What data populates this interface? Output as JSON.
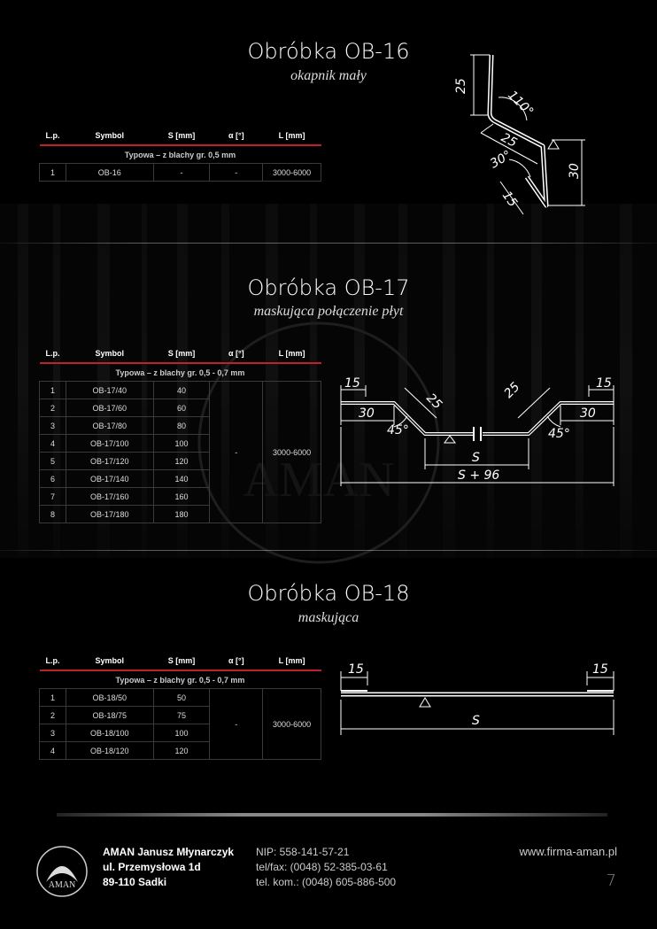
{
  "colors": {
    "accent_red": "#c0202a",
    "background": "#000000"
  },
  "table_headers": [
    "L.p.",
    "Symbol",
    "S [mm]",
    "α [°]",
    "L [mm]"
  ],
  "sections": [
    {
      "title": "Obróbka OB-16",
      "subtitle": "okapnik mały",
      "typowa": "Typowa – z blachy gr. 0,5 mm",
      "rows": [
        {
          "lp": "1",
          "symbol": "OB-16",
          "s": "-",
          "alpha": "-",
          "l": "3000-6000"
        }
      ],
      "dims": {
        "a": "25",
        "b": "110°",
        "c": "25",
        "d": "30°",
        "e": "30",
        "f": "15"
      }
    },
    {
      "title": "Obróbka OB-17",
      "subtitle": "maskująca połączenie płyt",
      "typowa": "Typowa – z blachy gr. 0,5 - 0,7 mm",
      "alpha": "-",
      "l": "3000-6000",
      "rows": [
        {
          "lp": "1",
          "symbol": "OB-17/40",
          "s": "40"
        },
        {
          "lp": "2",
          "symbol": "OB-17/60",
          "s": "60"
        },
        {
          "lp": "3",
          "symbol": "OB-17/80",
          "s": "80"
        },
        {
          "lp": "4",
          "symbol": "OB-17/100",
          "s": "100"
        },
        {
          "lp": "5",
          "symbol": "OB-17/120",
          "s": "120"
        },
        {
          "lp": "6",
          "symbol": "OB-17/140",
          "s": "140"
        },
        {
          "lp": "7",
          "symbol": "OB-17/160",
          "s": "160"
        },
        {
          "lp": "8",
          "symbol": "OB-17/180",
          "s": "180"
        }
      ],
      "dims": {
        "a": "15",
        "b": "25",
        "c": "25",
        "d": "15",
        "e": "30",
        "f": "30",
        "g": "45°",
        "h": "45°",
        "s": "S",
        "total": "S + 96"
      }
    },
    {
      "title": "Obróbka OB-18",
      "subtitle": "maskująca",
      "typowa": "Typowa – z blachy gr. 0,5 - 0,7 mm",
      "alpha": "-",
      "l": "3000-6000",
      "rows": [
        {
          "lp": "1",
          "symbol": "OB-18/50",
          "s": "50"
        },
        {
          "lp": "2",
          "symbol": "OB-18/75",
          "s": "75"
        },
        {
          "lp": "3",
          "symbol": "OB-18/100",
          "s": "100"
        },
        {
          "lp": "4",
          "symbol": "OB-18/120",
          "s": "120"
        }
      ],
      "dims": {
        "a": "15",
        "b": "15",
        "s": "S"
      }
    }
  ],
  "footer": {
    "logo_text": "AMAN",
    "company": [
      "AMAN Janusz Młynarczyk",
      "ul. Przemysłowa 1d",
      "89-110 Sadki"
    ],
    "contact": [
      "NIP: 558-141-57-21",
      "tel/fax: (0048) 52-385-03-61",
      "tel. kom.: (0048) 605-886-500"
    ],
    "website": "www.firma-aman.pl",
    "page_number": "7"
  }
}
